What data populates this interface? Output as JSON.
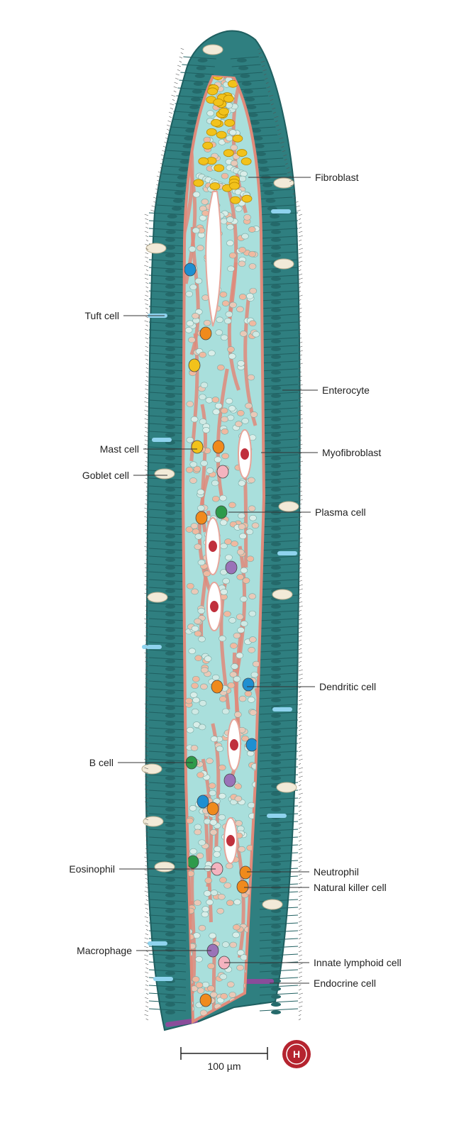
{
  "labels": {
    "fibroblast": "Fibroblast",
    "tuft_cell": "Tuft cell",
    "enterocyte": "Enterocyte",
    "mast_cell": "Mast cell",
    "myofibroblast": "Myofibroblast",
    "goblet_cell": "Goblet cell",
    "plasma_cell": "Plasma cell",
    "dendritic_cell": "Dendritic cell",
    "b_cell": "B cell",
    "eosinophil": "Eosinophil",
    "neutrophil": "Neutrophil",
    "natural_killer_cell": "Natural killer cell",
    "macrophage": "Macrophage",
    "innate_lymphoid_cell": "Innate lymphoid cell",
    "endocrine_cell": "Endocrine cell"
  },
  "scale_bar": {
    "label": "100 µm"
  },
  "logo": {
    "letter": "H"
  },
  "colors": {
    "epithelium": "#2f7f80",
    "epithelium_dark": "#1f5f60",
    "lamina_propria": "#a9dfdc",
    "myofibroblast": "#e08a7a",
    "lacteal": "#ffffff",
    "goblet": "#f2ead8",
    "tuft": "#8fd3ee",
    "fibroblast": "#f2c21b",
    "dendritic": "#1f8fd1",
    "macrophage": "#9a73b8",
    "neutrophil": "#f08a1c",
    "plasma": "#f4b3bf",
    "b_cell": "#2e9a4a",
    "endocrine": "#8a4c9a",
    "rbc": "#c0303c",
    "logo": "#b5242f"
  }
}
